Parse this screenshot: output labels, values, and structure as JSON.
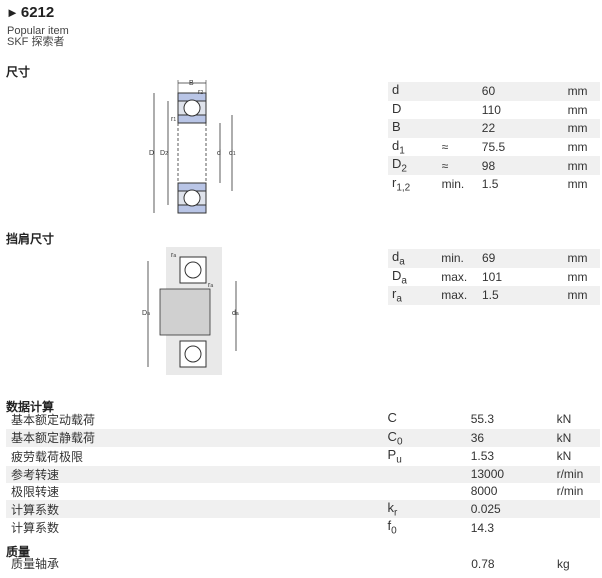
{
  "header": {
    "arrow": "►",
    "title": "6212",
    "popular": "Popular item",
    "subtitle": "SKF 探索者"
  },
  "sections": {
    "dimensions": "尺寸",
    "abutment": "挡肩尺寸",
    "calc": "数据计算",
    "mass": "质量"
  },
  "dimensions": [
    {
      "sym": "d",
      "sub": "",
      "qual": "",
      "val": "60",
      "unit": "mm"
    },
    {
      "sym": "D",
      "sub": "",
      "qual": "",
      "val": "110",
      "unit": "mm"
    },
    {
      "sym": "B",
      "sub": "",
      "qual": "",
      "val": "22",
      "unit": "mm"
    },
    {
      "sym": "d",
      "sub": "1",
      "qual": "≈",
      "val": "75.5",
      "unit": "mm"
    },
    {
      "sym": "D",
      "sub": "2",
      "qual": "≈",
      "val": "98",
      "unit": "mm"
    },
    {
      "sym": "r",
      "sub": "1,2",
      "qual": "min.",
      "val": "1.5",
      "unit": "mm"
    }
  ],
  "abutment": [
    {
      "sym": "d",
      "sub": "a",
      "qual": "min.",
      "val": "69",
      "unit": "mm"
    },
    {
      "sym": "D",
      "sub": "a",
      "qual": "max.",
      "val": "101",
      "unit": "mm"
    },
    {
      "sym": "r",
      "sub": "a",
      "qual": "max.",
      "val": "1.5",
      "unit": "mm"
    }
  ],
  "calc": [
    {
      "label": "基本额定动载荷",
      "sym": "C",
      "sub": "",
      "val": "55.3",
      "unit": "kN"
    },
    {
      "label": "基本额定静载荷",
      "sym": "C",
      "sub": "0",
      "val": "36",
      "unit": "kN"
    },
    {
      "label": "疲劳载荷极限",
      "sym": "P",
      "sub": "u",
      "val": "1.53",
      "unit": "kN"
    },
    {
      "label": "参考转速",
      "sym": "",
      "sub": "",
      "val": "13000",
      "unit": "r/min"
    },
    {
      "label": "极限转速",
      "sym": "",
      "sub": "",
      "val": "8000",
      "unit": "r/min"
    },
    {
      "label": "计算系数",
      "sym": "k",
      "sub": "r",
      "val": "0.025",
      "unit": ""
    },
    {
      "label": "计算系数",
      "sym": "f",
      "sub": "0",
      "val": "14.3",
      "unit": ""
    }
  ],
  "mass": [
    {
      "label": "质量轴承",
      "val": "0.78",
      "unit": "kg"
    }
  ],
  "diagram1": {
    "B": "B",
    "r2": "r",
    "r2s": "2",
    "r1": "r",
    "r1s": "1",
    "D": "D",
    "D2": "D",
    "D2s": "2",
    "d": "d",
    "d1": "d",
    "d1s": "1"
  },
  "diagram2": {
    "ra": "r",
    "ras": "a",
    "Da": "D",
    "Das": "a",
    "da": "d",
    "das": "a"
  }
}
